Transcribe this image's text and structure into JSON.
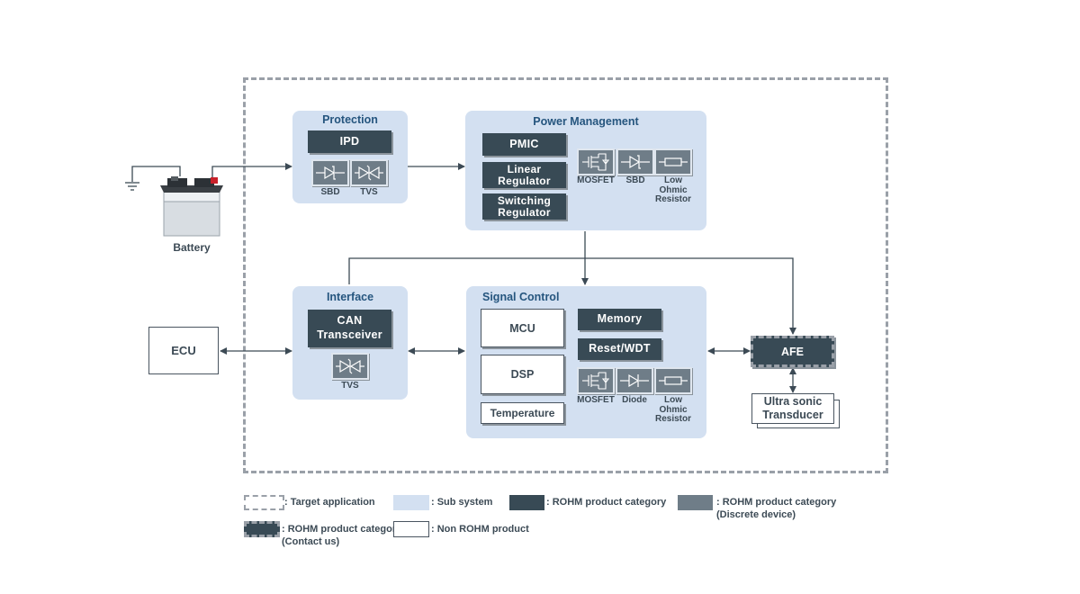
{
  "battery": {
    "label": "Battery"
  },
  "ecu": {
    "label": "ECU"
  },
  "protection": {
    "title": "Protection",
    "ipd": "IPD",
    "sbd": "SBD",
    "tvs": "TVS"
  },
  "power": {
    "title": "Power Management",
    "pmic": "PMIC",
    "linear": "Linear\nRegulator",
    "switching": "Switching\nRegulator",
    "mosfet": "MOSFET",
    "sbd": "SBD",
    "resistor": "Low\nOhmic\nResistor"
  },
  "interface": {
    "title": "Interface",
    "can": "CAN\nTransceiver",
    "tvs": "TVS"
  },
  "signal": {
    "title": "Signal Control",
    "mcu": "MCU",
    "dsp": "DSP",
    "temperature": "Temperature",
    "memory": "Memory",
    "reset": "Reset/WDT",
    "mosfet": "MOSFET",
    "diode": "Diode",
    "resistor": "Low\nOhmic\nResistor"
  },
  "afe": {
    "label": "AFE"
  },
  "transducer": {
    "label": "Ultra sonic\nTransducer"
  },
  "legend": {
    "target": ": Target application",
    "subsystem": ": Sub system",
    "rohm": ": ROHM product category",
    "discrete": ": ROHM product category\n(Discrete device)",
    "contact": ": ROHM product category\n(Contact us)",
    "non_rohm": ": Non ROHM product"
  },
  "colors": {
    "subsystem": "#d3e0f1",
    "rohm": "#384a55",
    "discrete": "#6f7d88",
    "title": "#25557e"
  }
}
